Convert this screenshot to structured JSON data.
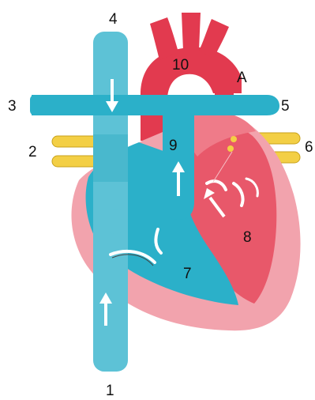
{
  "labels": {
    "n1": "1",
    "n2": "2",
    "n3": "3",
    "n4": "4",
    "n5": "5",
    "n6": "6",
    "n7": "7",
    "n8": "8",
    "n9": "9",
    "n10": "10",
    "a": "A"
  },
  "colors": {
    "vein_blue": "#5dc2d6",
    "vein_dark": "#2bb0c9",
    "aorta_red": "#e23a4f",
    "heart_pink": "#f2a3ad",
    "left_ventricle": "#e8586a",
    "nerve_yellow": "#f3cf45",
    "arrow": "#ffffff"
  }
}
